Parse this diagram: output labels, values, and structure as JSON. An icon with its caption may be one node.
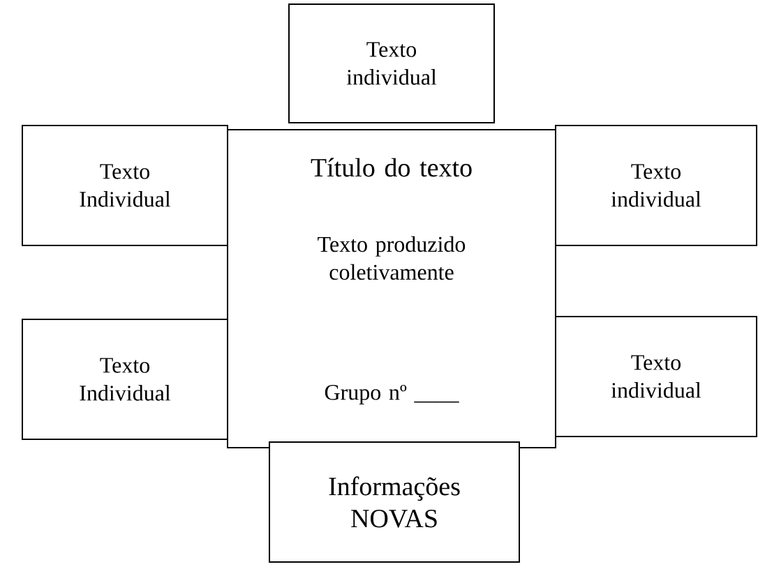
{
  "diagram": {
    "nodes": [
      {
        "text": [
          "Texto individual"
        ]
      },
      {
        "text": [
          "Texto Individual"
        ]
      },
      {
        "text": [
          "Título do texto",
          "Texto produzido coletivamente",
          "Grupo nº ____"
        ]
      },
      {
        "text": [
          "Texto individual"
        ]
      },
      {
        "text": [
          "Texto Individual"
        ]
      },
      {
        "text": [
          "Texto individual"
        ]
      },
      {
        "text": [
          "Informações NOVAS"
        ]
      }
    ]
  }
}
